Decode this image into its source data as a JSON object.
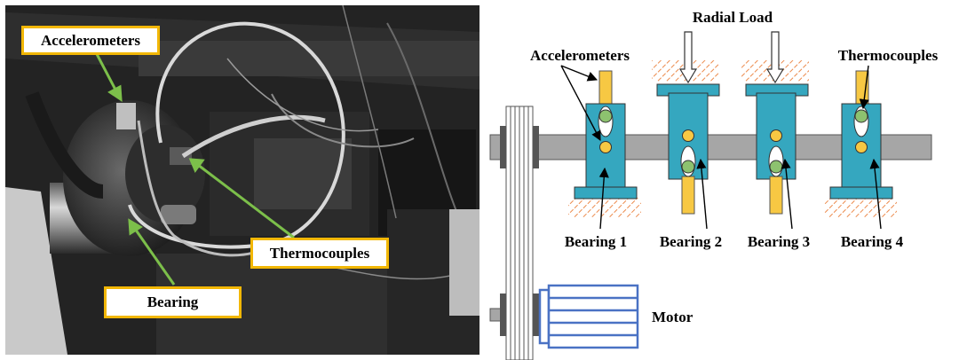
{
  "photo": {
    "labels": {
      "accelerometers": "Accelerometers",
      "thermocouples": "Thermocouples",
      "bearing": "Bearing"
    },
    "colors": {
      "callout_border": "#f2b705",
      "pointer": "#7cbf4a"
    }
  },
  "schematic": {
    "labels": {
      "radial_load": "Radial Load",
      "accelerometers": "Accelerometers",
      "thermocouples": "Thermocouples",
      "bearing_1": "Bearing 1",
      "bearing_2": "Bearing 2",
      "bearing_3": "Bearing 3",
      "bearing_4": "Bearing 4",
      "motor": "Motor"
    },
    "colors": {
      "housing": "#35a7bf",
      "shaft": "#a6a6a6",
      "rod": "#f7c843",
      "sensor_dot": "#f7c843",
      "thermocouple_dot": "#8dc26f",
      "hatch": "#ec8b4d",
      "motor": "#4a72c4"
    }
  }
}
